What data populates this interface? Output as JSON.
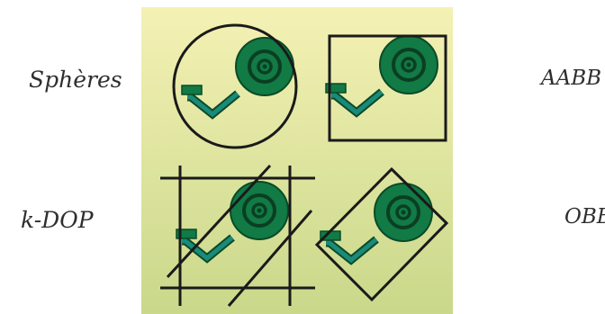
{
  "labels": {
    "spheres": "Sphères",
    "aabb": "AABB",
    "kdop": "k-DOP",
    "obb": "OBB"
  },
  "quadrants": [
    {
      "name": "Sphères",
      "volume": "circle"
    },
    {
      "name": "AABB",
      "volume": "axis-aligned-box"
    },
    {
      "name": "k-DOP",
      "volume": "discrete-oriented-polytope"
    },
    {
      "name": "OBB",
      "volume": "oriented-box"
    }
  ],
  "colors": {
    "background_top": "#f4f1b4",
    "background_bottom": "#c9d88a",
    "object_green": "#117a45",
    "object_dark": "#0b4a28",
    "stem_teal": "#1a8a7a",
    "outline": "#1a1a1a",
    "label_text": "#2e2e2e"
  }
}
